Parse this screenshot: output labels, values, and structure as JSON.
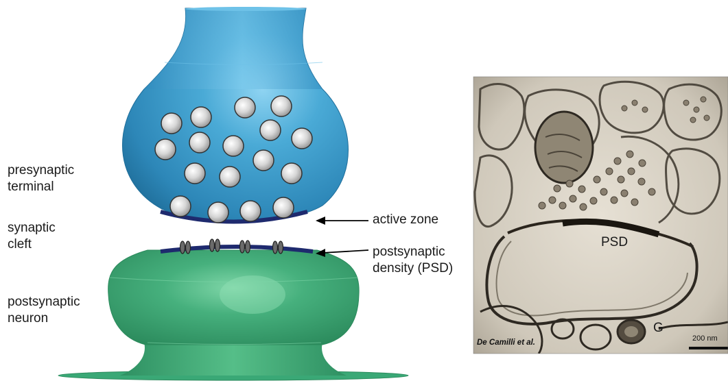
{
  "labels": {
    "presynaptic": [
      "presynaptic",
      "terminal"
    ],
    "cleft": [
      "synaptic",
      "cleft"
    ],
    "postsynaptic": [
      "postsynaptic",
      "neuron"
    ],
    "active_zone": "active zone",
    "psd": [
      "postsynaptic",
      "density (PSD)"
    ]
  },
  "micrograph": {
    "psd_label": "PSD",
    "g_label": "G",
    "credit": "De Camilli et al.",
    "scale_bar": "200 nm"
  },
  "colors": {
    "presynaptic": "#3d9dcc",
    "postsynaptic": "#39a474",
    "active_zone": "#1e2a6e",
    "vesicle": "#d8d8d8",
    "receptor": "#666666"
  }
}
